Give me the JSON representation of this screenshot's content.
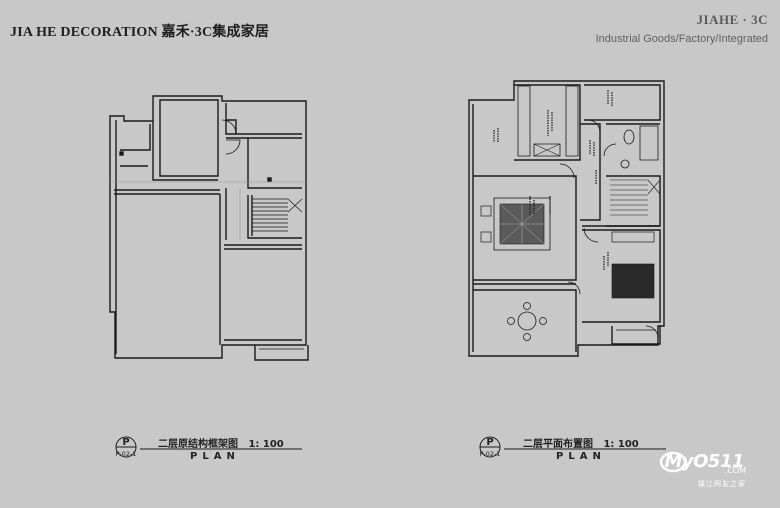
{
  "header": {
    "brand": "JIA HE DECORATION 嘉禾·3C集成家居",
    "brand_short": "JIAHE · 3C",
    "tagline": "Industrial Goods/Factory/Integrated"
  },
  "left_plan": {
    "badge": "P",
    "code": "P-02-1",
    "title": "二层原结构框架图",
    "scale": "1: 100",
    "caption": "PLAN"
  },
  "right_plan": {
    "badge": "P",
    "code": "P-02-1",
    "title": "二层平面布置图",
    "scale": "1: 100",
    "caption": "PLAN"
  },
  "watermark": {
    "logo": "MyO511",
    "domain": ".COM",
    "subtitle": "镇江网友之家"
  },
  "colors": {
    "background": "#c8c8c8",
    "line": "#1a1a1a"
  }
}
